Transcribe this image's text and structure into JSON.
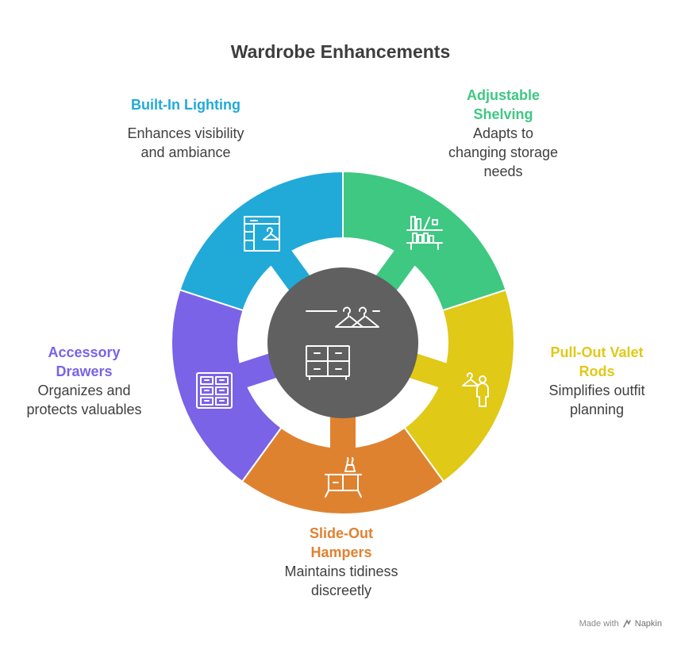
{
  "title": "Wardrobe Enhancements",
  "segments": [
    {
      "id": "built-in-lighting",
      "head": "Built-In Lighting",
      "desc": "Enhances visibility\nand ambiance",
      "color": "#21aad8",
      "icon": "wardrobe-hanger-icon"
    },
    {
      "id": "adjustable-shelving",
      "head": "Adjustable\nShelving",
      "desc": "Adapts to\nchanging storage\nneeds",
      "color": "#3ec882",
      "icon": "bookshelf-icon"
    },
    {
      "id": "pull-out-valet-rods",
      "head": "Pull-Out Valet\nRods",
      "desc": "Simplifies outfit\nplanning",
      "color": "#e0c917",
      "icon": "person-hanger-icon"
    },
    {
      "id": "slide-out-hampers",
      "head": "Slide-Out\nHampers",
      "desc": "Maintains tidiness\ndiscreetly",
      "color": "#df8230",
      "icon": "hamper-cabinet-icon"
    },
    {
      "id": "accessory-drawers",
      "head": "Accessory\nDrawers",
      "desc": "Organizes and\nprotects valuables",
      "color": "#7a63e6",
      "icon": "drawer-grid-icon"
    }
  ],
  "center": {
    "color": "#606060",
    "icons": [
      "hangers-rail-icon",
      "dresser-icon"
    ]
  },
  "footer": {
    "prefix": "Made with",
    "brand": "Napkin",
    "icon": "napkin-logo-icon"
  }
}
